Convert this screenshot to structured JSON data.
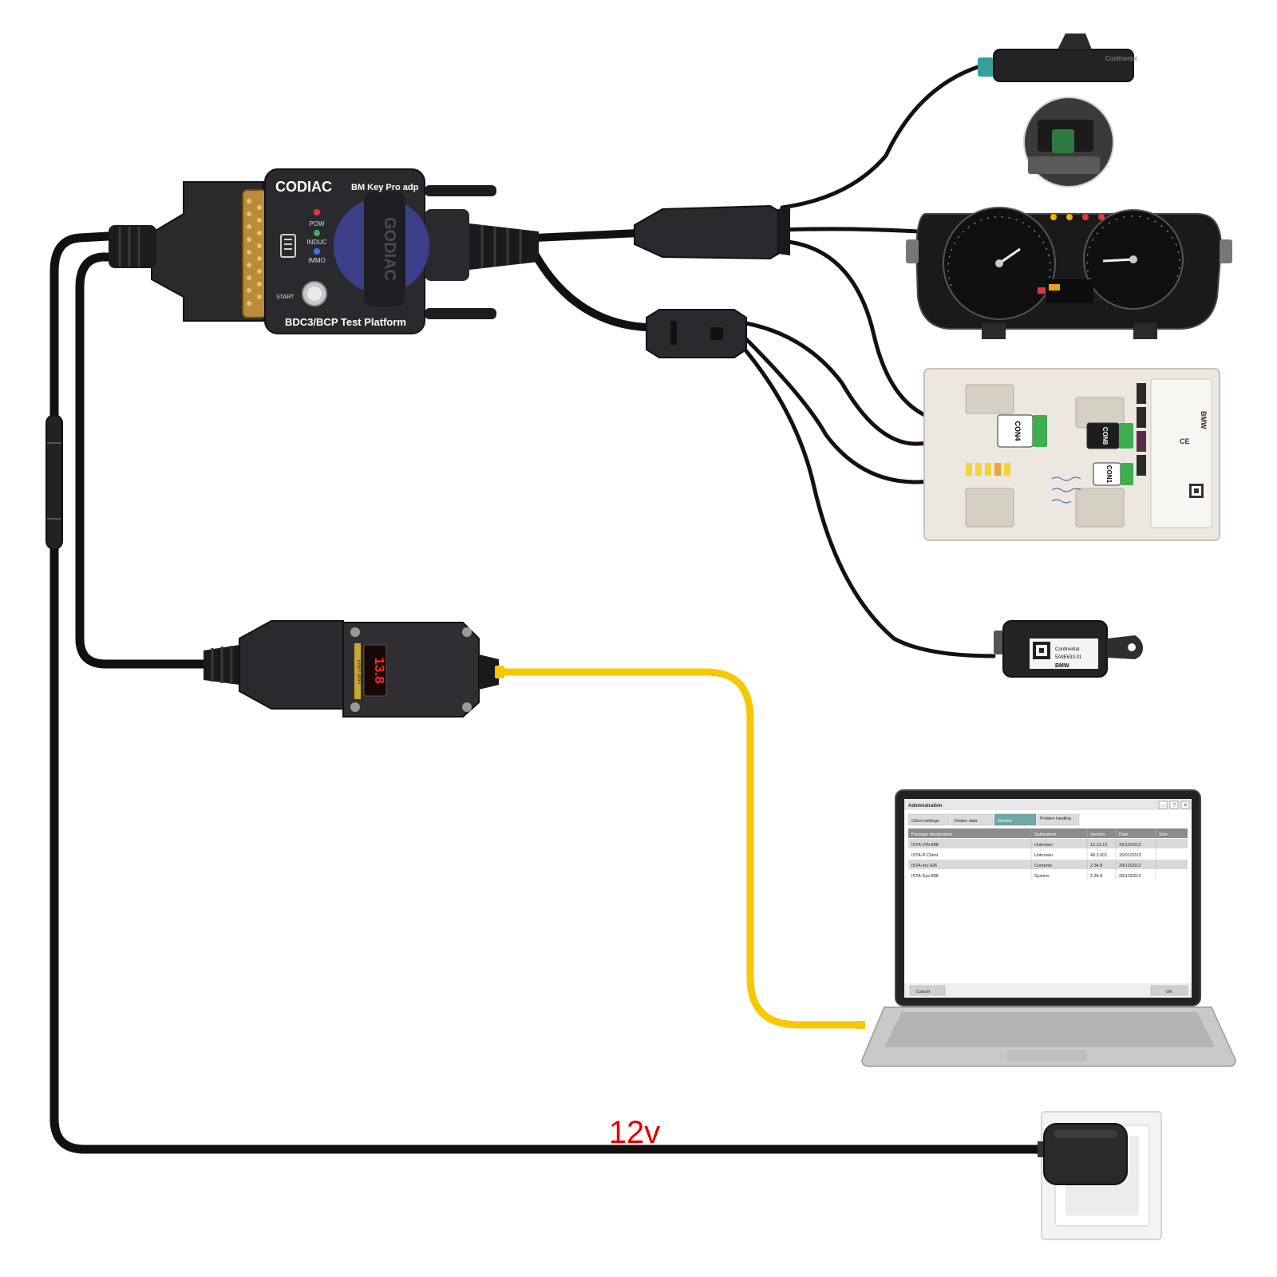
{
  "adapter": {
    "brand": "CODIAC",
    "model": "BM Key Pro adp",
    "platform": "BDC3/BCP Test Platform",
    "side_text": "GODIAC",
    "led_pow": "POW",
    "led_induc": "INDUC",
    "led_immo": "IMMO",
    "start_label": "START"
  },
  "enet": {
    "display": "13.8",
    "side_label": "ENET-WIFI"
  },
  "bdc": {
    "con4": "CON4",
    "con8": "CON8",
    "con1": "CON1",
    "label_brand": "BMW",
    "label_ce": "CE"
  },
  "keyless": {
    "label_brand": "BMW",
    "label_maker": "Continental",
    "label_part": "5A9E633-01"
  },
  "antenna": {
    "label": "Continental"
  },
  "laptop": {
    "window_title": "Administration",
    "tabs": [
      "Client settings",
      "Dealer data",
      "Version",
      "Problem handling"
    ],
    "active_tab": "Version",
    "columns": [
      "Package designation",
      "Subsystem",
      "Version",
      "Date",
      "Size"
    ],
    "rows": [
      [
        "ISTA-VIN-888",
        "Unknown",
        "12.12.12",
        "29/12/2012",
        ""
      ],
      [
        "ISTA-P-Client",
        "Unknown",
        "48.3.001",
        "15/01/2013",
        ""
      ],
      [
        "ISTA-Ins-026",
        "Contents",
        "2.34.8",
        "29/12/2012",
        ""
      ],
      [
        "ISTA-Sys-888",
        "System",
        "2.34.8",
        "29/12/2012",
        ""
      ]
    ],
    "cancel": "Cancel",
    "ok": "OK"
  },
  "power_label": "12v",
  "colors": {
    "cable": "#111111",
    "usb_cable": "#f5c800",
    "label_red": "#e00000",
    "device_body": "#2a2a2e",
    "adapter_blue": "#3c3f8a"
  }
}
